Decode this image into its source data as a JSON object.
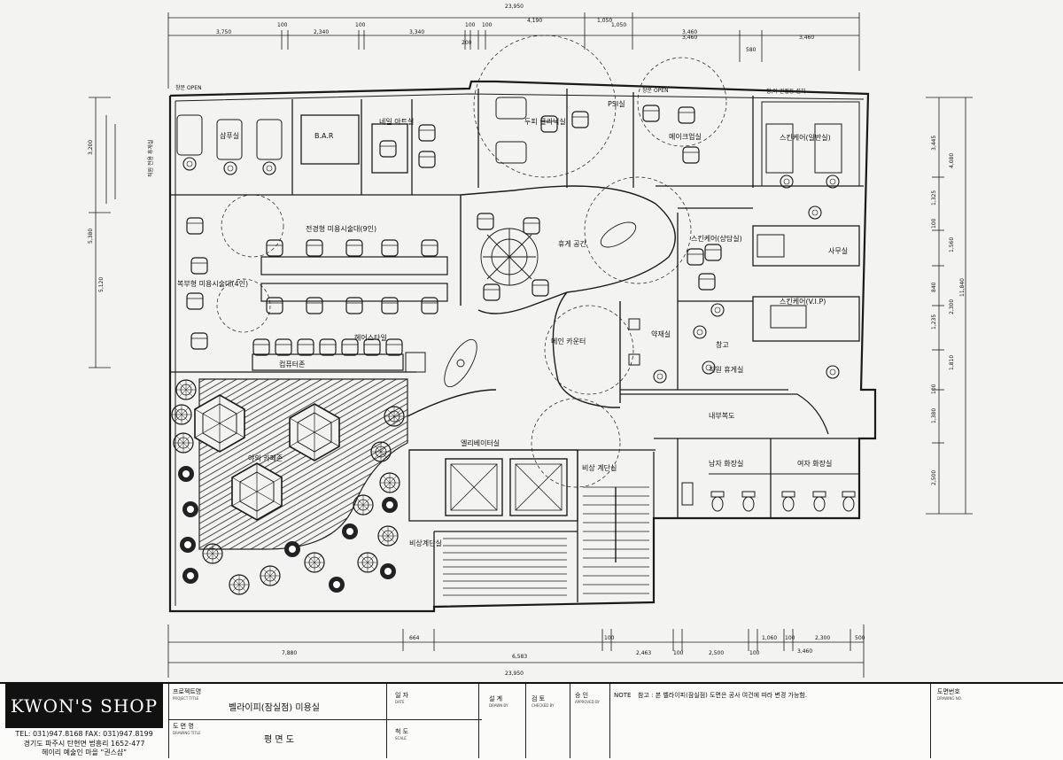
{
  "dimensions": {
    "top_total": "23,950",
    "top_row1": [
      "4,190",
      "1,050",
      "1,050",
      "3,460"
    ],
    "top_row2": [
      "3,750",
      "100",
      "2,340",
      "100",
      "3,340",
      "100",
      "200",
      "100",
      "3,460",
      "3,460"
    ],
    "top_misc": [
      "580"
    ],
    "bottom_total": "23,950",
    "bottom_row1": [
      "7,880",
      "664",
      "6,583",
      "100",
      "2,463",
      "100",
      "2,500",
      "100",
      "1,060",
      "100",
      "2,300",
      "500"
    ],
    "bottom_row2": [
      "3,460"
    ],
    "left": [
      "5,380",
      "5,120",
      "3,200"
    ],
    "right_outer": "11,840",
    "right": [
      "3,445",
      "4,080",
      "1,325",
      "100",
      "1,560",
      "2,300",
      "840",
      "1,235",
      "1,810",
      "1,380",
      "100",
      "2,500"
    ]
  },
  "rooms": {
    "shampoo": "샴푸실",
    "bar": "B.A.R",
    "nail": "네일 아트실",
    "scalp": "두피 클리닉실",
    "psi": "PSI실",
    "makeup": "메이크업실",
    "skin_general": "스킨케어(일반실)",
    "staff_area": "직원 전용 휴게실",
    "window_left": "창문 OPEN",
    "window_top": "창문 OPEN",
    "window_right": "창,아 간접등 설치",
    "main_salon": "전경형 미용시술대(9인)",
    "double_chairs": "복부형 미용시술대(4인)",
    "lounge": "휴게 공간",
    "counselling": "스킨케어(상담실)",
    "office": "사무실",
    "skin_vip": "스킨케어(V.I.P)",
    "styling": "헤어스타일",
    "computer": "컴퓨터존",
    "main_counter": "메인 카운터",
    "pharmacy": "약재실",
    "break_room": "직원 휴게실",
    "inner_corridor": "내부복도",
    "outdoor_cafe": "야외 카페존",
    "elevator": "엘리베이터실",
    "emergency_stair": "비상 계단실",
    "emergency_stair2": "비상계단실",
    "men_wc": "남자 화장실",
    "women_wc": "여자 화장실",
    "storage": "창고"
  },
  "title_block": {
    "brand": "KWON'S SHOP",
    "contact": "TEL: 031)947.8168  FAX: 031)947.8199",
    "address": "경기도 파주시 탄현면 법흥리 1652-477",
    "address2": "헤이리 예술인 마을 \"권스샵\"",
    "project_label": "프로젝트명",
    "project_label_en": "PROJECT TITLE",
    "project_value": "벨라이피(잠실점) 미용실",
    "drawing_label": "도 면 명",
    "drawing_label_en": "DRAWING TITLE",
    "drawing_value": "평 면 도",
    "date_label": "일 자",
    "date_label_en": "DATE",
    "scale_label": "척 도",
    "scale_label_en": "SCALE",
    "drawn_label": "설 계",
    "drawn_label_en": "DRAWN BY",
    "checked_label": "검 토",
    "checked_label_en": "CHECKED BY",
    "approved_label": "승 인",
    "approved_label_en": "APPROVED BY",
    "note_label": "NOTE",
    "note_text": "참고 : 본 벨라이피(잠실점) 도면은 공사 여건에 따라 변경 가능함.",
    "drawing_no_label": "도면번호",
    "drawing_no_label_en": "DRAWING NO."
  }
}
